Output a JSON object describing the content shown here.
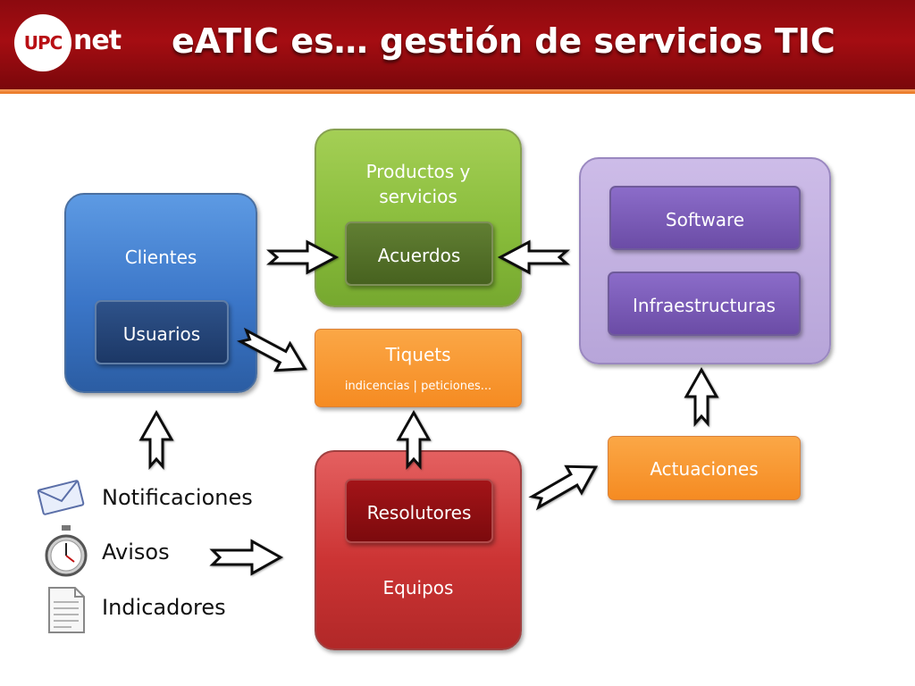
{
  "header": {
    "logo_upc": "UPC",
    "logo_net": "net",
    "title": "eATIC es… gestión de servicios TIC"
  },
  "nodes": {
    "clientes": "Clientes",
    "usuarios": "Usuarios",
    "productos": "Productos y servicios",
    "acuerdos": "Acuerdos",
    "tiquets": "Tiquets",
    "tiquets_sub": "indicencias | peticiones...",
    "software": "Software",
    "infraestructuras": "Infraestructuras",
    "equipos": "Equipos",
    "resolutores": "Resolutores",
    "actuaciones": "Actuaciones"
  },
  "side_items": [
    {
      "label": "Notificaciones",
      "icon": "envelope-icon"
    },
    {
      "label": "Avisos",
      "icon": "stopwatch-icon"
    },
    {
      "label": "Indicadores",
      "icon": "document-icon"
    }
  ],
  "colors": {
    "header": "#a50d12",
    "accent_line": "#e8731c",
    "clientes": "#3b76c8",
    "productos": "#87bb3a",
    "tiquets": "#f58b22",
    "sw_group": "#b7a5d9",
    "equipos": "#cc3434"
  }
}
